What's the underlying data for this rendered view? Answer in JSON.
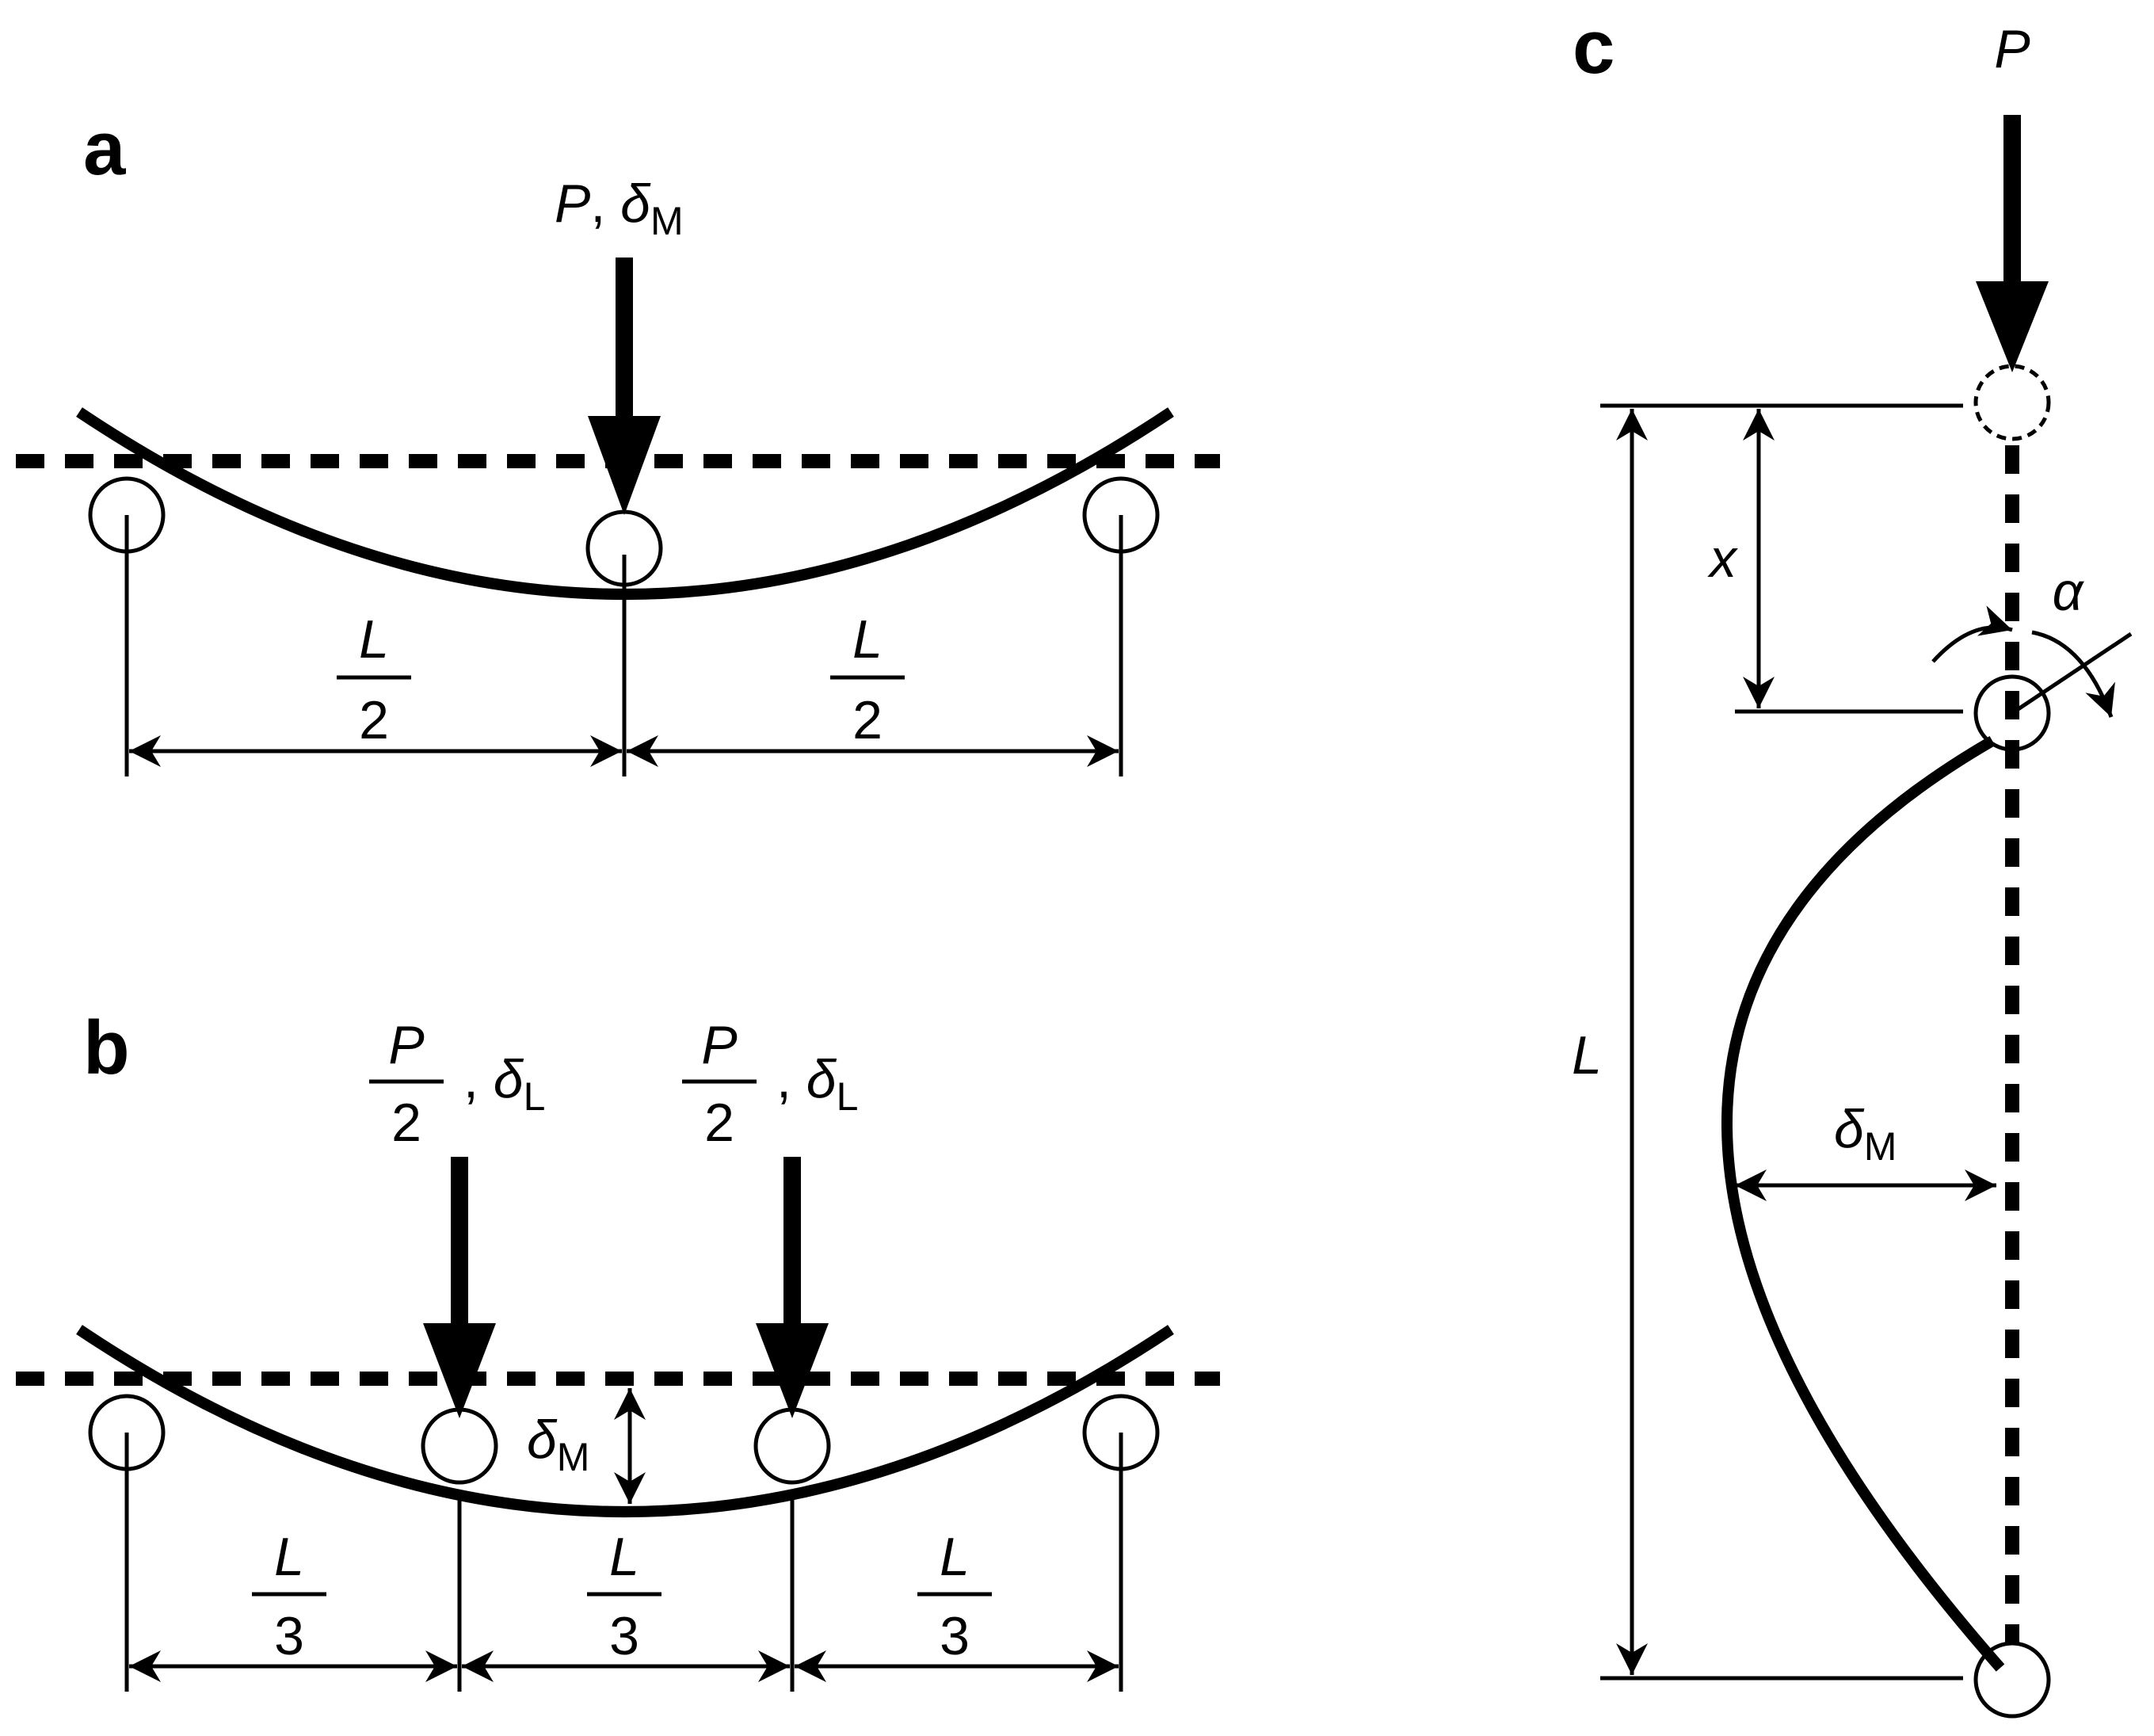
{
  "colors": {
    "ink": "#000000",
    "background": "#ffffff"
  },
  "panels": {
    "a": {
      "letter": "a",
      "load": {
        "sym": "P",
        "sep": ", ",
        "defl": "δ",
        "defl_sub": "M"
      },
      "spans": [
        {
          "num": "L",
          "den": "2"
        },
        {
          "num": "L",
          "den": "2"
        }
      ]
    },
    "b": {
      "letter": "b",
      "loads": [
        {
          "num": "P",
          "den": "2",
          "sep": ", ",
          "defl": "δ",
          "defl_sub": "L"
        },
        {
          "num": "P",
          "den": "2",
          "sep": ", ",
          "defl": "δ",
          "defl_sub": "L"
        }
      ],
      "mid": {
        "defl": "δ",
        "defl_sub": "M"
      },
      "spans": [
        {
          "num": "L",
          "den": "3"
        },
        {
          "num": "L",
          "den": "3"
        },
        {
          "num": "L",
          "den": "3"
        }
      ]
    },
    "c": {
      "letter": "c",
      "load": "P",
      "x_label": "x",
      "alpha": "α",
      "length": "L",
      "defl": {
        "sym": "δ",
        "sub": "M"
      }
    }
  }
}
